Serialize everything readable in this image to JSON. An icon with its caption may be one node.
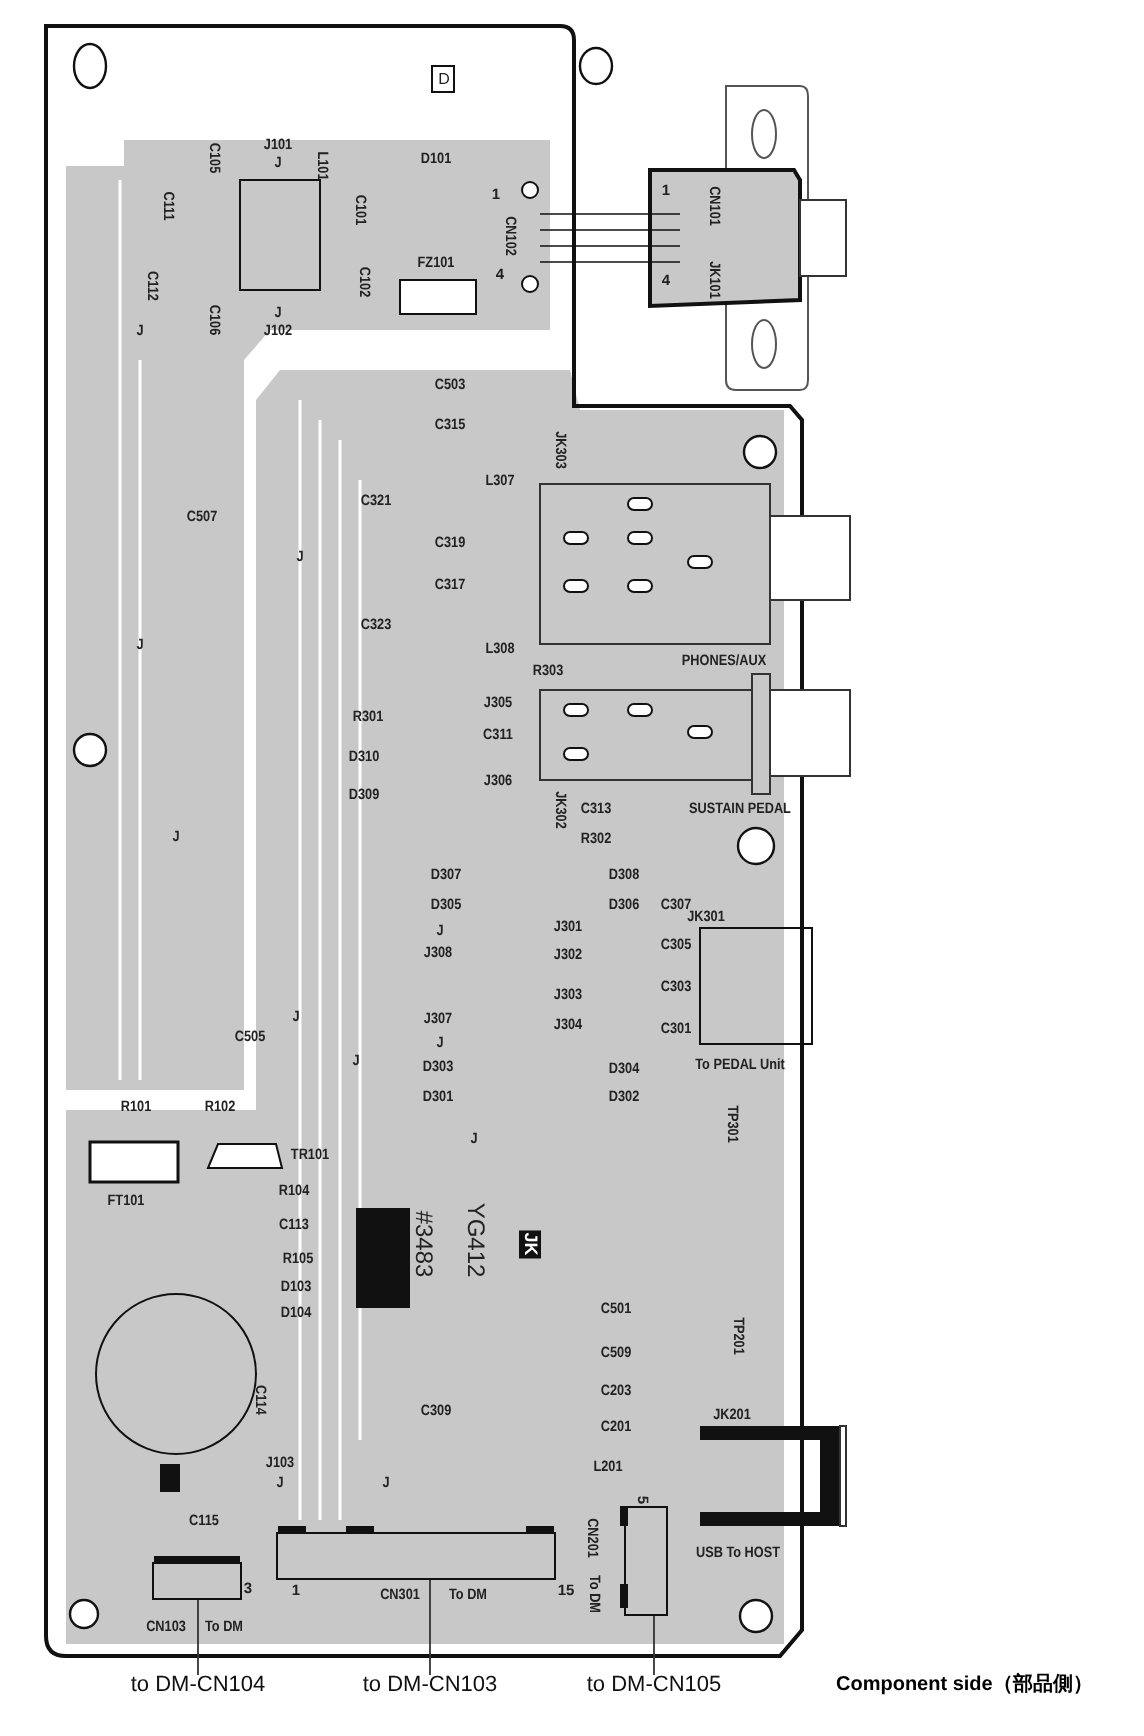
{
  "diagram": {
    "caption": "Component side（部品側）",
    "nodes": [
      {
        "text": [
          "to DM-CN104"
        ]
      },
      {
        "text": [
          "to DM-CN103"
        ]
      },
      {
        "text": [
          "to DM-CN105"
        ]
      },
      {
        "text": [],
        "shape": "box",
        "beside": [
          "3",
          "CN103",
          "To DM"
        ]
      },
      {
        "text": [],
        "shape": "box",
        "beside": [
          "1",
          "CN301",
          "To DM",
          "15"
        ]
      },
      {
        "text": [],
        "shape": "box",
        "beside": [
          "5",
          "CN201",
          "To DM"
        ]
      }
    ],
    "edges": [
      {
        "from": 0,
        "to": 3,
        "arrow": "none"
      },
      {
        "from": 1,
        "to": 4,
        "arrow": "none"
      },
      {
        "from": 2,
        "to": 5,
        "arrow": "none"
      }
    ],
    "labels": [
      "D",
      "C105",
      "J101",
      "J",
      "L101",
      "D101",
      "C111",
      "C101",
      "1",
      "CN102",
      "1",
      "CN101",
      "C112",
      "C102",
      "FZ101",
      "4",
      "4",
      "JK101",
      "J",
      "C106",
      "J",
      "J102",
      "C503",
      "C315",
      "JK303",
      "L307",
      "C321",
      "C507",
      "C319",
      "J",
      "C317",
      "J",
      "C323",
      "L308",
      "R303",
      "PHONES/AUX",
      "R301",
      "J305",
      "C311",
      "D310",
      "J306",
      "D309",
      "JK302",
      "J",
      "C313",
      "SUSTAIN PEDAL",
      "R302",
      "D307",
      "D308",
      "D305",
      "D306",
      "C307",
      "J301",
      "JK301",
      "J",
      "J308",
      "C305",
      "J302",
      "J303",
      "C303",
      "J304",
      "C301",
      "J",
      "J307",
      "C505",
      "J",
      "J",
      "D303",
      "D304",
      "To PEDAL Unit",
      "D301",
      "D302",
      "TP301",
      "J",
      "R101",
      "R102",
      "TR101",
      "FT101",
      "R104",
      "C113",
      "#3483",
      "YG412",
      "JK",
      "R105",
      "D103",
      "D104",
      "C501",
      "TP201",
      "C509",
      "C203",
      "C114",
      "C201",
      "JK201",
      "L201",
      "C309",
      "J103",
      "J",
      "J",
      "C115",
      "USB To HOST"
    ]
  }
}
